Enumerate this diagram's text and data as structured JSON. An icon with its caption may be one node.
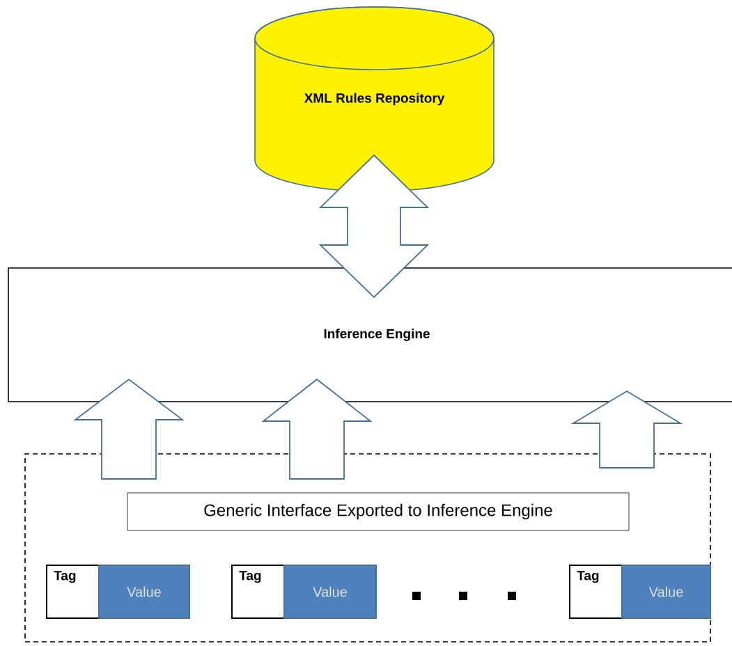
{
  "diagram": {
    "nodes": [
      {
        "text": [
          "XML Rules Repository"
        ]
      },
      {
        "text": [
          "Inference Engine"
        ]
      },
      {
        "text": [],
        "shape": "box"
      },
      {
        "text": [
          "Generic Interface Exported to Inference Engine"
        ],
        "in": 2
      },
      {
        "text": [
          "Tag"
        ],
        "in": 2
      },
      {
        "text": [
          "Value"
        ],
        "in": 2
      },
      {
        "text": [
          "Tag"
        ],
        "in": 2
      },
      {
        "text": [
          "Value"
        ],
        "in": 2
      },
      {
        "text": [
          "Tag"
        ],
        "in": 2
      },
      {
        "text": [
          "Value"
        ],
        "in": 2
      }
    ],
    "edges": [
      {
        "from": 0,
        "to": 1,
        "arrow": "both"
      },
      {
        "from": 2,
        "to": 1,
        "arrow": "to"
      },
      {
        "from": 2,
        "to": 1,
        "arrow": "to"
      },
      {
        "from": 2,
        "to": 1,
        "arrow": "to"
      }
    ]
  }
}
